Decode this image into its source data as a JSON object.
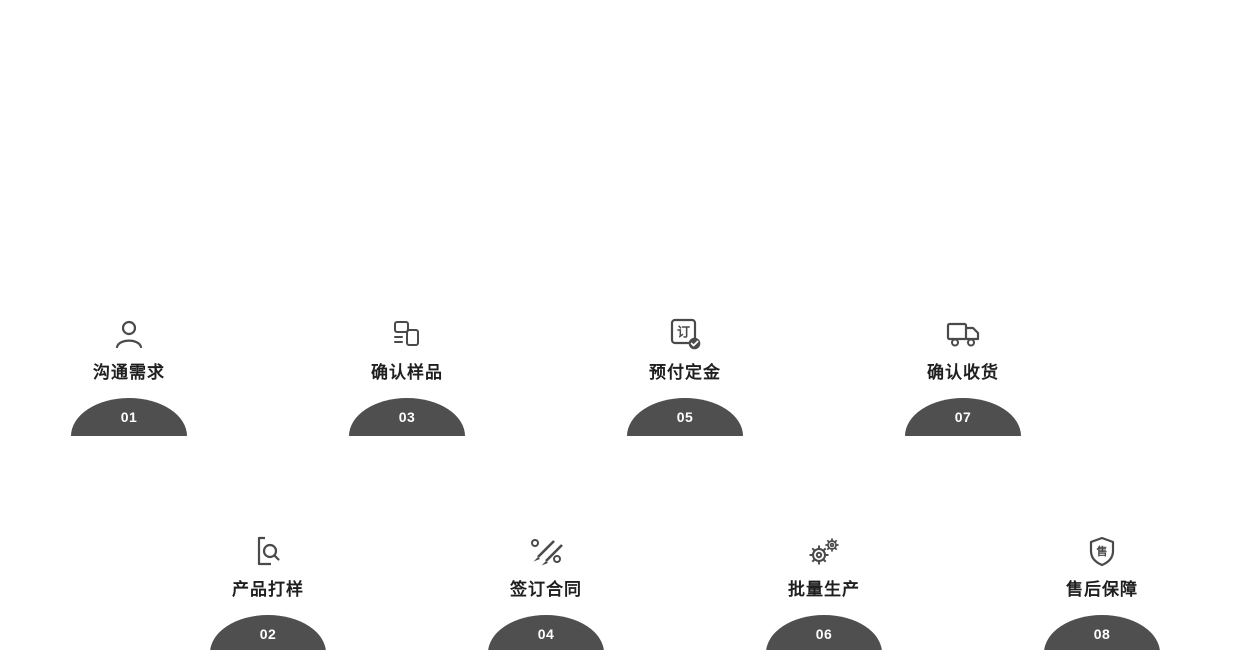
{
  "page": {
    "background_color": "#ffffff",
    "accent_color": "#4f4f4f",
    "icon_color": "#4a4a4a",
    "label_color": "#1f1f1f",
    "badge_text_color": "#ffffff"
  },
  "steps": [
    {
      "number": "01",
      "label": "沟通需求",
      "icon": "customer-person-icon"
    },
    {
      "number": "02",
      "label": "产品打样",
      "icon": "document-search-icon"
    },
    {
      "number": "03",
      "label": "确认样品",
      "icon": "sample-cards-icon"
    },
    {
      "number": "04",
      "label": "签订合同",
      "icon": "signing-pens-icon"
    },
    {
      "number": "05",
      "label": "预付定金",
      "icon": "order-check-icon",
      "icon_text": "订"
    },
    {
      "number": "06",
      "label": "批量生产",
      "icon": "gears-icon"
    },
    {
      "number": "07",
      "label": "确认收货",
      "icon": "delivery-truck-icon"
    },
    {
      "number": "08",
      "label": "售后保障",
      "icon": "shield-icon",
      "icon_text": "售"
    }
  ]
}
